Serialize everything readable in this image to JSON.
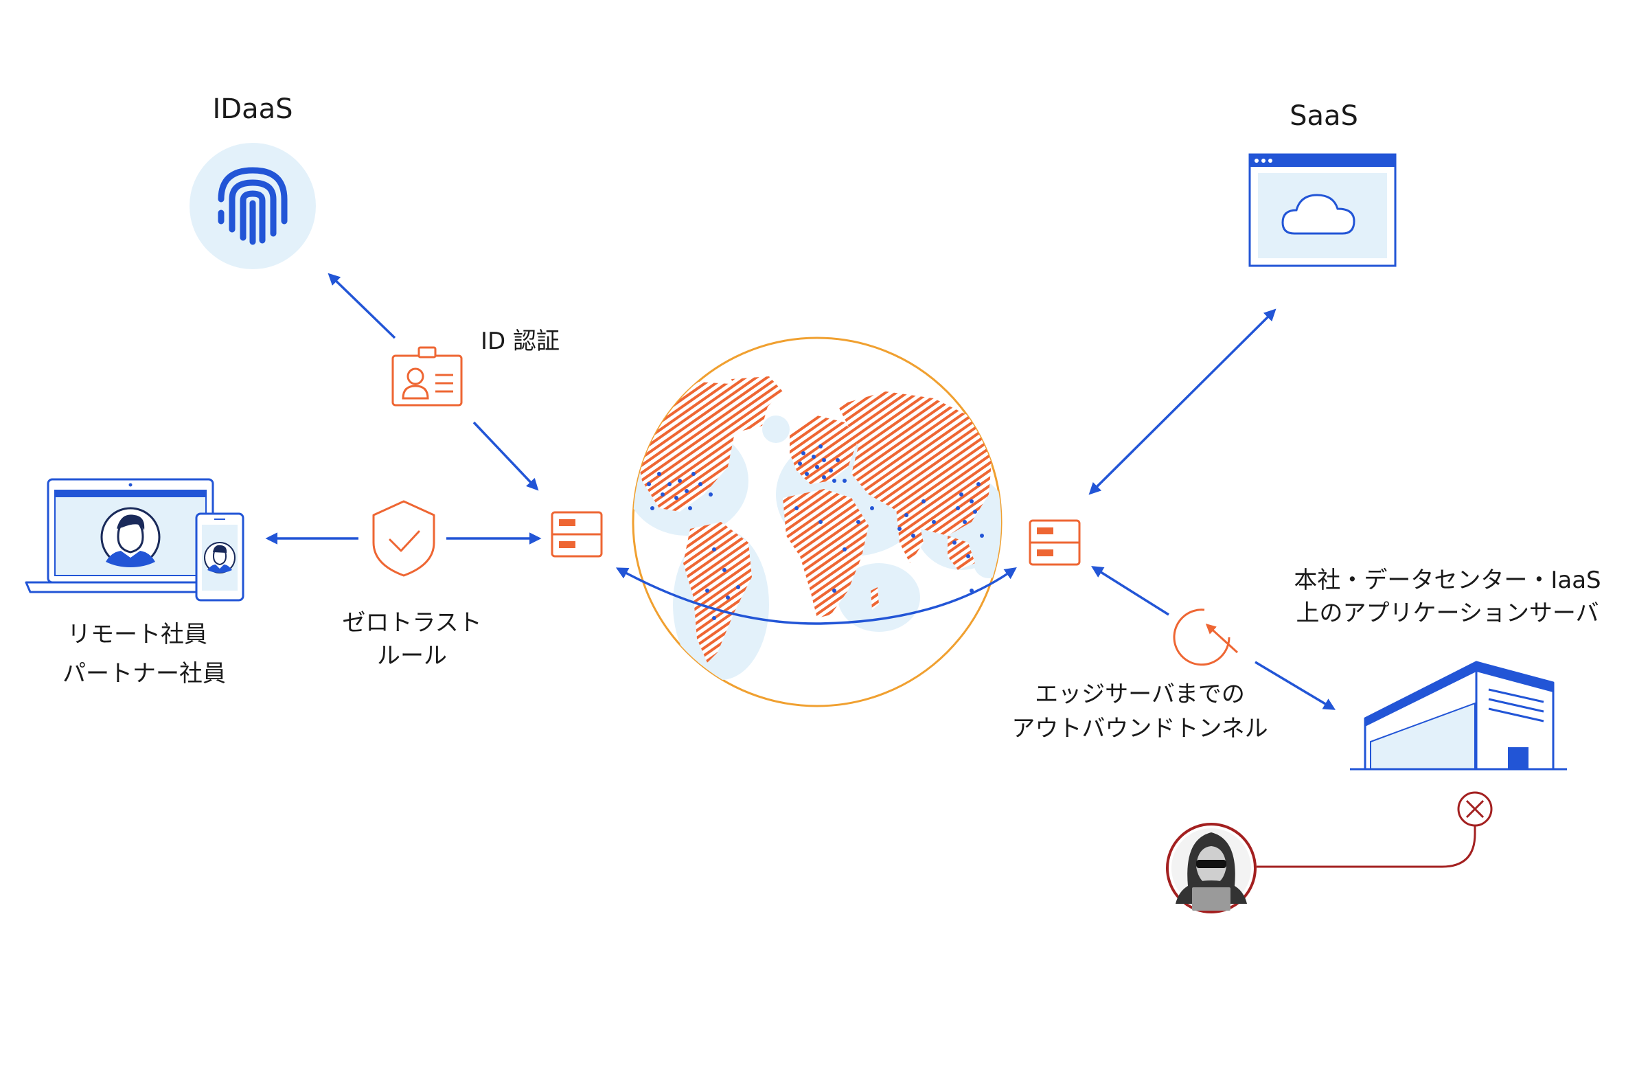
{
  "labels": {
    "idaas": "IDaaS",
    "saas": "SaaS",
    "id_auth": "ID 認証",
    "zero_trust_line1": "ゼロトラスト",
    "zero_trust_line2": "ルール",
    "remote_line1": "リモート社員",
    "remote_line2": "パートナー社員",
    "hq_line1": "本社・データセンター・IaaS",
    "hq_line2": "上のアプリケーションサーバ",
    "tunnel_line1": "エッジサーバまでの",
    "tunnel_line2": "アウトバウンドトンネル"
  },
  "icons": {
    "fingerprint": "fingerprint-icon",
    "id_card": "id-card-icon",
    "shield": "shield-check-icon",
    "server": "server-icon",
    "cloud_window": "cloud-window-icon",
    "building": "building-icon",
    "hacker": "hacker-icon",
    "blocked": "blocked-x-icon",
    "outbound": "outbound-arrow-icon",
    "laptop": "laptop-icon",
    "phone": "phone-icon",
    "globe": "globe-icon"
  },
  "colors": {
    "blue": "#2255d6",
    "orange": "#ee6633",
    "globe_outline": "#f0a030",
    "light_blue": "#e3f1fa",
    "dark_red": "#a32020"
  }
}
